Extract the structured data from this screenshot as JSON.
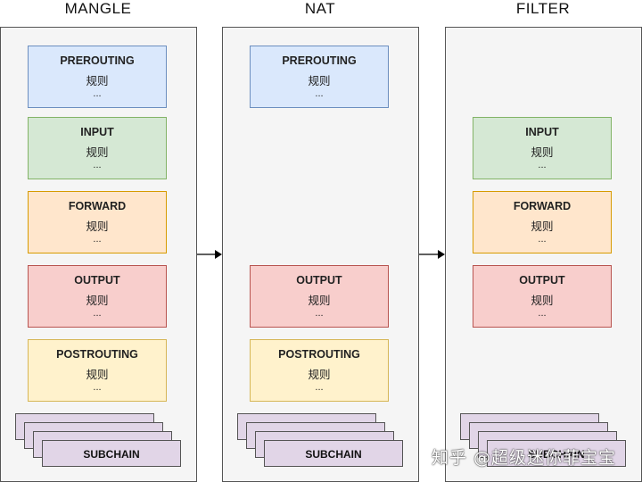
{
  "columns": [
    {
      "title": "MANGLE"
    },
    {
      "title": "NAT"
    },
    {
      "title": "FILTER"
    }
  ],
  "chains": {
    "prerouting": {
      "name": "PREROUTING",
      "rule": "规则",
      "more": "..."
    },
    "input": {
      "name": "INPUT",
      "rule": "规则",
      "more": "..."
    },
    "forward": {
      "name": "FORWARD",
      "rule": "规则",
      "more": "..."
    },
    "output": {
      "name": "OUTPUT",
      "rule": "规则",
      "more": "..."
    },
    "postrouting": {
      "name": "POSTROUTING",
      "rule": "规则",
      "more": "..."
    }
  },
  "subchain_label": "SUBCHAIN",
  "watermark": "知乎 @超级迷你菲宝宝",
  "colors": {
    "prerouting": "#dae8fc",
    "input": "#d5e8d4",
    "forward": "#ffe6cc",
    "output": "#f8cecc",
    "postrouting": "#fff2cc",
    "subchain": "#e1d5e7",
    "panel": "#f5f5f5"
  }
}
